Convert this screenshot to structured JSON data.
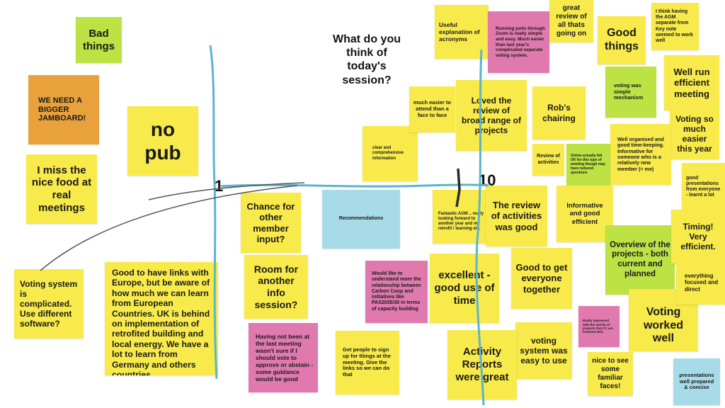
{
  "board": {
    "question": "What do you think of today's session?",
    "scale_low": "1",
    "scale_high": "10"
  },
  "notes": {
    "bad_things": "Bad things",
    "bigger_jamboard": "WE NEED A BIGGER JAMBOARD!",
    "no_pub": "no pub",
    "miss_food": "I miss the nice food at real meetings",
    "voting_complicated": "Voting system is complicated. Use different software?",
    "links_europe": "Good to have links with Europe, but be aware of how much we can learn from European Countries. UK is behind on implementation of retrofited building and local energy. We have a lot to learn from Germany and others countries.",
    "chance_input": "Chance for other member input?",
    "recommendations": "Recommendations",
    "room_info": "Room for another info session?",
    "not_been": "Having not been at the last meeting wasn't sure if I should vote to approve or abstain - some guidance would be good",
    "sign_up": "Get people to sign up for things at the meeting. Give the links so we can do that",
    "understand_more": "Would like to understand more the relationship between Carbon Coop and initiatives like PAS2035/30 in terms of capacity building",
    "clear_info": "clear and comprehensive information",
    "easier_attend": "much easier to attend than a face to face",
    "acronyms": "Useful explanation of acronyms",
    "running_polls": "Running polls through Zoom is really simple and easy.  Much easier than last year's complicated separate voting system.",
    "great_review": "great review of all thats going on",
    "good_things": "Good things",
    "agm_separate": "I think having the AGM separate from Key note seemed to work well",
    "loved_review": "Loved the review of broad range of projects",
    "robs_chairing": "Rob's chairing",
    "voting_simple": "voting was simple mechanism",
    "well_run": "Well run efficient meeting",
    "voting_easier": "Voting so much easier this year",
    "review_activities": "Review of activities",
    "online_ok": "Online actually felt OK for this type of meeting though may have reduced questions",
    "well_organised": "Well organised and good time-keeping. Informative for someone who is a relatively new member (= me)",
    "good_presentations": "good presentations from everyone - learnt a lot",
    "fantastic_agm": "Fantastic AGM .. really looking forward to another year and my retrofit / learning etc.",
    "review_good": "The review of activities was good",
    "informative": "Informative and good efficient",
    "overview": "Overview of the projects - both current and planned",
    "timing": "Timing! Very efficient.",
    "focused": "everything focused and direct",
    "excellent": "excellent - good use of time",
    "everyone_together": "Good to get everyone together",
    "impressed": "Really impressed with the variety of projects that CC are involved with.",
    "voting_worked": "Voting worked well",
    "voting_easy": "voting system was easy to use",
    "activity_reports": "Activity Reports were great",
    "familiar_faces": "nice to see some familiar faces!",
    "presentations_concise": "presentations well prepared & concise"
  },
  "colors": {
    "yellow": "#f7ea4a",
    "pink": "#e07aae",
    "green": "#bde244",
    "orange": "#e9a23b",
    "blue": "#a8dbe8",
    "axis_line": "#5bb5cc",
    "pen_grey": "#555555"
  }
}
